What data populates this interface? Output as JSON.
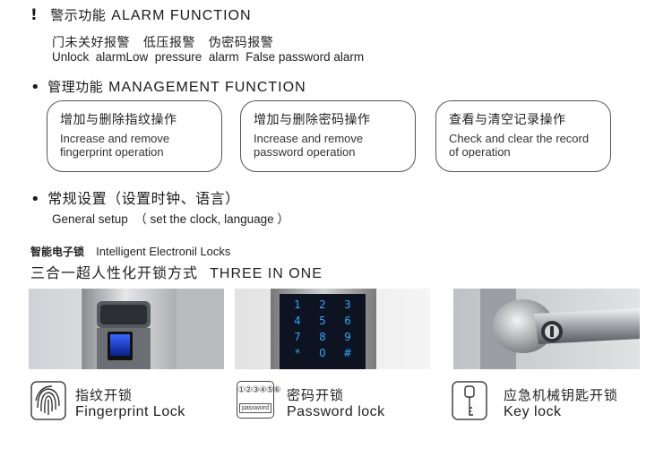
{
  "alarm": {
    "heading_zh": "警示功能",
    "heading_en": "ALARM FUNCTION",
    "items_zh": "门未关好报警   低压报警   伪密码报警",
    "items_en": "Unlock  alarmLow  pressure  alarm  False password alarm"
  },
  "management": {
    "heading_zh": "管理功能",
    "heading_en": "MANAGEMENT FUNCTION",
    "boxes": [
      {
        "zh": "增加与删除指纹操作",
        "en": "Increase and remove fingerprint operation"
      },
      {
        "zh": "增加与删除密码操作",
        "en": "Increase and remove password operation"
      },
      {
        "zh": "查看与清空记录操作",
        "en": "Check and clear the record of operation"
      }
    ]
  },
  "general": {
    "heading_zh": "常规设置（设置时钟、语言）",
    "text_en": "General setup  （ set the clock, language ）"
  },
  "product": {
    "label_zh": "智能电子锁",
    "label_en": "Intelligent Electronil Locks",
    "three_zh": "三合一超人性化开锁方式",
    "three_en": "THREE IN ONE"
  },
  "keypad": {
    "keys": [
      "1",
      "2",
      "3",
      "4",
      "5",
      "6",
      "7",
      "8",
      "9",
      "*",
      "0",
      "#"
    ],
    "icon_digits": "①②③④⑤⑥",
    "icon_word": "password"
  },
  "methods": [
    {
      "zh": "指纹开锁",
      "en": "Fingerprint Lock",
      "icon": "fingerprint-icon"
    },
    {
      "zh": "密码开锁",
      "en": "Password lock",
      "icon": "password-keypad-icon"
    },
    {
      "zh": "应急机械钥匙开锁",
      "en": "Key lock",
      "icon": "key-icon"
    }
  ],
  "colors": {
    "text": "#222222",
    "border": "#555555",
    "keypad_bg": "#0d1320",
    "keypad_glow": "#2aa8ff"
  }
}
